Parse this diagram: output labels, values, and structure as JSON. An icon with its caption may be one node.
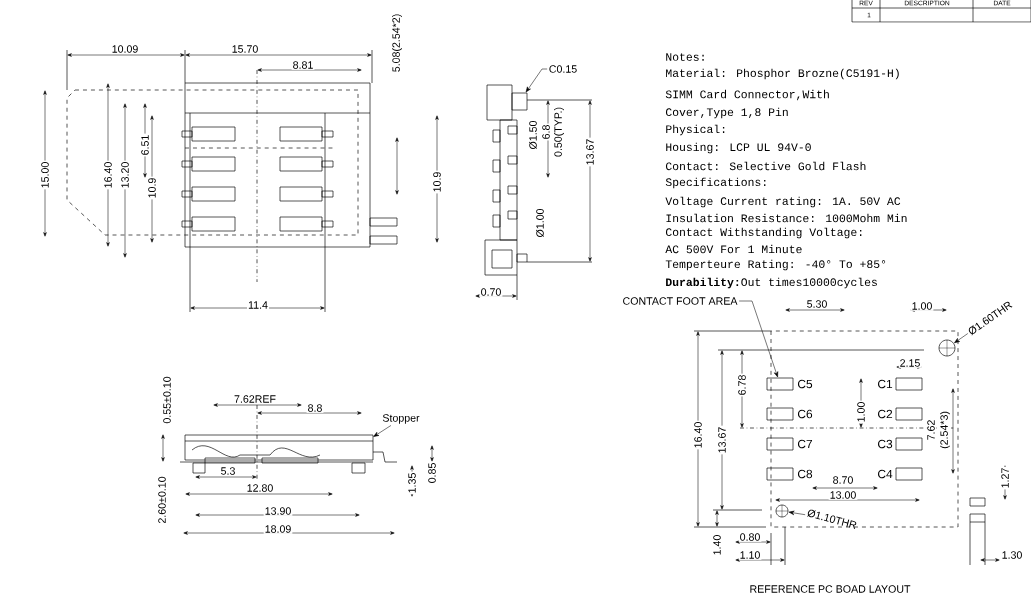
{
  "diagram": {
    "nodes": [
      {
        "text": [
          "C0.15"
        ]
      },
      {
        "text": [
          "Stopper"
        ]
      },
      {
        "text": [
          "CONTACT FOOT AREA"
        ]
      },
      {
        "text": [],
        "shape": "box",
        "beside": [
          "C5"
        ]
      },
      {
        "text": [],
        "shape": "box",
        "beside": [
          "C1"
        ]
      },
      {
        "text": [],
        "shape": "box",
        "beside": [
          "C6"
        ]
      },
      {
        "text": [],
        "shape": "box",
        "beside": [
          "C2"
        ]
      },
      {
        "text": [],
        "shape": "box",
        "beside": [
          "C7"
        ]
      },
      {
        "text": [],
        "shape": "box",
        "beside": [
          "C3"
        ]
      },
      {
        "text": [],
        "shape": "box",
        "beside": [
          "C8"
        ]
      },
      {
        "text": [],
        "shape": "box",
        "beside": [
          "C4"
        ]
      },
      {
        "text": [
          "Ø1.60THR"
        ]
      },
      {
        "text": [],
        "shape": "circle"
      },
      {
        "text": [
          "Ø1.10THR"
        ]
      },
      {
        "text": [],
        "shape": "circle"
      },
      {
        "text": [],
        "shape": "box"
      }
    ],
    "edges": [
      {
        "from": 0,
        "to": 15,
        "arrow": "to"
      },
      {
        "from": 1,
        "to": null,
        "arrow": "to"
      },
      {
        "from": 2,
        "to": 3,
        "arrow": "to"
      },
      {
        "from": 11,
        "to": 12,
        "arrow": "to"
      },
      {
        "from": 13,
        "to": 14,
        "arrow": "to"
      }
    ],
    "labels": [
      "REV",
      "DESCRIPTION",
      "DATE",
      "1",
      "10.09",
      "15.70",
      "8.81",
      "5.08(2.54*2)",
      "15.00",
      "16.40",
      "13.20",
      "6.51",
      "10.9",
      "10.9",
      "11.4",
      "Ø1.50",
      "6.8",
      "0.50(TYP.)",
      "13.67",
      "Ø1.00",
      "0.70",
      "Notes:",
      "Material: Phosphor Brozne(C5191-H)",
      "SIMM Card Connector,With",
      "Cover,Type 1,8 Pin",
      "Physical:",
      "Housing: LCP UL 94V-0",
      "Contact: Selective Gold Flash",
      "Specifications:",
      "Voltage Current rating: 1A. 50V AC",
      "Insulation Resistance: 1000Mohm Min",
      "Contact Withstanding Voltage:",
      "AC 500V For 1 Minute",
      "Temperteure Rating: -40° To +85°",
      "**Durability:**Out times10000cycles",
      "0.55±0.10",
      "7.62REF",
      "8.8",
      "5.3",
      "12.80",
      "13.90",
      "18.09",
      "2.60±0.10",
      "1.35",
      "0.85",
      "5.30",
      "1.00",
      "16.40",
      "13.67",
      "6.78",
      "2.15",
      "1.00",
      "7.62",
      "(2.54*3)",
      "8.70",
      "13.00",
      "1.27",
      "1.40",
      "0.80",
      "1.10",
      "1.30",
      "REFERENCE PC BOAD LAYOUT"
    ]
  }
}
